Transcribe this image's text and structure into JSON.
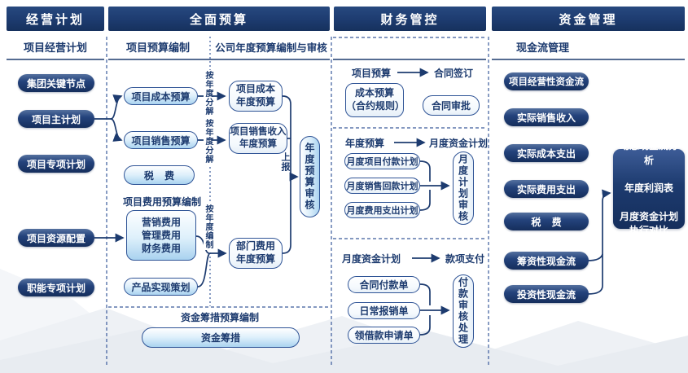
{
  "col_planning": {
    "header": "经营计划",
    "subheader": "项目经营计划",
    "items": [
      "集团关键节点",
      "项目主计划",
      "项目专项计划",
      "项目资源配置",
      "职能专项计划"
    ]
  },
  "col_budget": {
    "header": "全面预算",
    "sub_left": "项目预算编制",
    "sub_right": "公司年度预算编制与审核",
    "cost_budget": "项目成本预算",
    "sales_budget": "项目销售预算",
    "tax": "税 费",
    "fee_group_label": "项目费用预算编制",
    "fee_box": "营销费用\n管理费用\n财务费用",
    "product_plan": "产品实现策划",
    "annual_cost": "项目成本\n年度预算",
    "annual_sales": "项目销售收入\n年度预算",
    "annual_dept_fee": "部门费用\n年度预算",
    "annual_review": "年度预算审核",
    "edge_decompose_1": "按年度分解",
    "edge_decompose_2": "按年度分解",
    "edge_compile": "按年度编制",
    "edge_submit": "上报",
    "raise_section_label": "资金筹措预算编制",
    "raise_pill": "资金筹措"
  },
  "col_finance": {
    "header": "财务管控",
    "s1": {
      "from": "项目预算",
      "to": "合同签订",
      "rule_box": "成本预算\n（合约规则）",
      "approve_pill": "合同审批"
    },
    "s2": {
      "from": "年度预算",
      "to": "月度资金计划",
      "pills": [
        "月度项目付款计划",
        "月度销售回款计划",
        "月度费用支出计划"
      ],
      "review": "月度计划审核"
    },
    "s3": {
      "from": "月度资金计划",
      "to": "款项支付",
      "pills": [
        "合同付款单",
        "日常报销单",
        "领借款申请单"
      ],
      "review": "付款审核处理"
    }
  },
  "col_cash": {
    "header": "资金管理",
    "subheader": "现金流管理",
    "items": [
      "项目经营性资金流",
      "实际销售收入",
      "实际成本支出",
      "实际费用支出",
      "税 费",
      "筹资性现金流",
      "投资性现金流"
    ],
    "analysis_box": "动态现金流分析\n\n年度利润表\n\n月度资金计划\n执行对比"
  },
  "colors": {
    "navy": "#1d3b6f",
    "border_blue": "#2f5496",
    "light_blue_fill": "#aad3f0",
    "dashed_line": "#3a5b9b",
    "mountain_gray": "#e9edf1"
  }
}
